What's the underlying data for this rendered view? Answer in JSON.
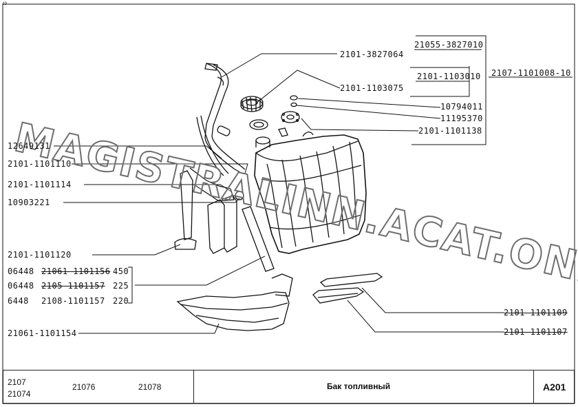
{
  "header": {
    "corner_mark": "4D"
  },
  "watermark": "MAGISTRALINN.ACAT.ONLINE",
  "callouts": {
    "p21055_382701": "21055-3827010",
    "p2101_3827064": "2101-3827064",
    "p2107_1101008": "2107-1101008-10",
    "p2101_1103010": "2101-1103010",
    "p2101_1103075": "2101-1103075",
    "p10794011": "10794011",
    "p11195370": "11195370",
    "p2101_1101138": "2101-1101138",
    "p12649131": "12649131",
    "p2101_1101110": "2101-1101110",
    "p2101_1101114": "2101-1101114",
    "p10903221": "10903221",
    "p2101_1101120": "2101-1101120",
    "p2106_1101154": "21061-1101154",
    "p2101_1101109": "2101-1101109",
    "p2101_1101107": "2101-1101107"
  },
  "strip_table": {
    "rows": [
      {
        "code": "06448",
        "part": "21061-1101156",
        "len": "450",
        "strike": true
      },
      {
        "code": "06448",
        "part": "2105-1101157",
        "len": "225",
        "strike": true
      },
      {
        "code": "6448",
        "part": "2108-1101157",
        "len": "220",
        "strike": false
      }
    ]
  },
  "title_block": {
    "model_a": "2107",
    "model_b": "21074",
    "model_c": "21076",
    "model_d": "21078",
    "title": "Бак топливный",
    "code": "A201"
  }
}
